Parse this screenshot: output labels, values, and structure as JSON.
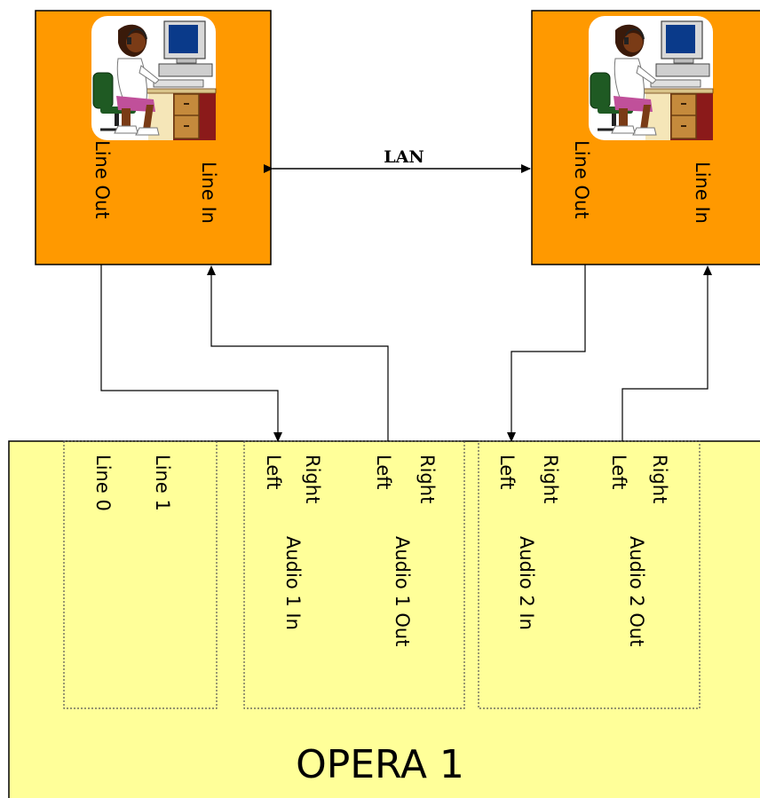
{
  "colors": {
    "station_fill": "#FF9900",
    "opera_fill": "#FFFF99",
    "line": "#000000"
  },
  "stations": [
    {
      "line_out": "Line Out",
      "line_in": "Line In",
      "icon": "operator-workstation-icon"
    },
    {
      "line_out": "Line Out",
      "line_in": "Line In",
      "icon": "operator-workstation-icon"
    }
  ],
  "lan_label": "LAN",
  "opera": {
    "title": "OPERA 1",
    "lines_group": {
      "line0": "Line 0",
      "line1": "Line 1"
    },
    "audio_groups": [
      {
        "in": {
          "name": "Audio 1 In",
          "left": "Left",
          "right": "Right"
        },
        "out": {
          "name": "Audio 1 Out",
          "left": "Left",
          "right": "Right"
        }
      },
      {
        "in": {
          "name": "Audio 2 In",
          "left": "Left",
          "right": "Right"
        },
        "out": {
          "name": "Audio 2 Out",
          "left": "Left",
          "right": "Right"
        }
      }
    ]
  }
}
